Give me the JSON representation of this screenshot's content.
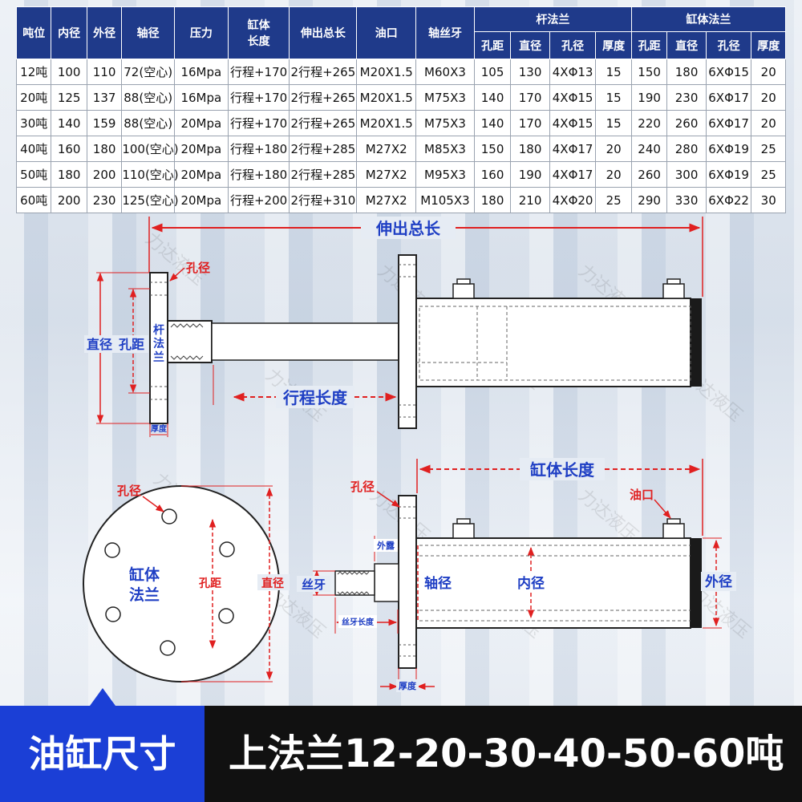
{
  "table": {
    "group_headers": {
      "rod_flange": "杆法兰",
      "cylinder_flange": "缸体法兰"
    },
    "headers": [
      "吨位",
      "内径",
      "外径",
      "轴径",
      "压力",
      "缸体长度",
      "伸出总长",
      "油口",
      "轴丝牙"
    ],
    "sub_headers": [
      "孔距",
      "直径",
      "孔径",
      "厚度",
      "孔距",
      "直径",
      "孔径",
      "厚度"
    ],
    "rows": [
      [
        "12吨",
        "100",
        "110",
        "72(空心)",
        "16Mpa",
        "行程+170",
        "2行程+265",
        "M20X1.5",
        "M60X3",
        "105",
        "130",
        "4XΦ13",
        "15",
        "150",
        "180",
        "6XΦ15",
        "20"
      ],
      [
        "20吨",
        "125",
        "137",
        "88(空心)",
        "16Mpa",
        "行程+170",
        "2行程+265",
        "M20X1.5",
        "M75X3",
        "140",
        "170",
        "4XΦ15",
        "15",
        "190",
        "230",
        "6XΦ17",
        "20"
      ],
      [
        "30吨",
        "140",
        "159",
        "88(空心)",
        "20Mpa",
        "行程+170",
        "2行程+265",
        "M20X1.5",
        "M75X3",
        "140",
        "170",
        "4XΦ15",
        "15",
        "220",
        "260",
        "6XΦ17",
        "20"
      ],
      [
        "40吨",
        "160",
        "180",
        "100(空心)",
        "20Mpa",
        "行程+180",
        "2行程+285",
        "M27X2",
        "M85X3",
        "150",
        "180",
        "4XΦ17",
        "20",
        "240",
        "280",
        "6XΦ19",
        "25"
      ],
      [
        "50吨",
        "180",
        "200",
        "110(空心)",
        "20Mpa",
        "行程+180",
        "2行程+285",
        "M27X2",
        "M95X3",
        "160",
        "190",
        "4XΦ17",
        "20",
        "260",
        "300",
        "6XΦ19",
        "25"
      ],
      [
        "60吨",
        "200",
        "230",
        "125(空心)",
        "20Mpa",
        "行程+200",
        "2行程+310",
        "M27X2",
        "M105X3",
        "180",
        "210",
        "4XΦ20",
        "25",
        "290",
        "330",
        "6XΦ22",
        "30"
      ]
    ]
  },
  "labels": {
    "total_extended_length": "伸出总长",
    "stroke_length": "行程长度",
    "hole_dia": "孔径",
    "flange_dia": "直径",
    "hole_pitch": "孔距",
    "rod_flange": "杆法兰",
    "thickness": "厚度",
    "cylinder_length": "缸体长度",
    "oil_port": "油口",
    "outer_exposed": "外露",
    "thread": "丝牙",
    "thread_length": "丝牙长度",
    "shaft_dia": "轴径",
    "inner_dia": "内径",
    "outer_dia": "外径",
    "cyl_flange_line1": "缸体",
    "cyl_flange_line2": "法兰"
  },
  "watermark": "力达液压",
  "footer": {
    "title": "油缸尺寸",
    "subtitle": "上法兰12-20-30-40-50-60吨"
  },
  "colors": {
    "header_bg": "#1f3a8a",
    "dimension_red": "#e02020",
    "label_blue": "#1f3fc4",
    "footer_blue": "#1b3fd6"
  }
}
